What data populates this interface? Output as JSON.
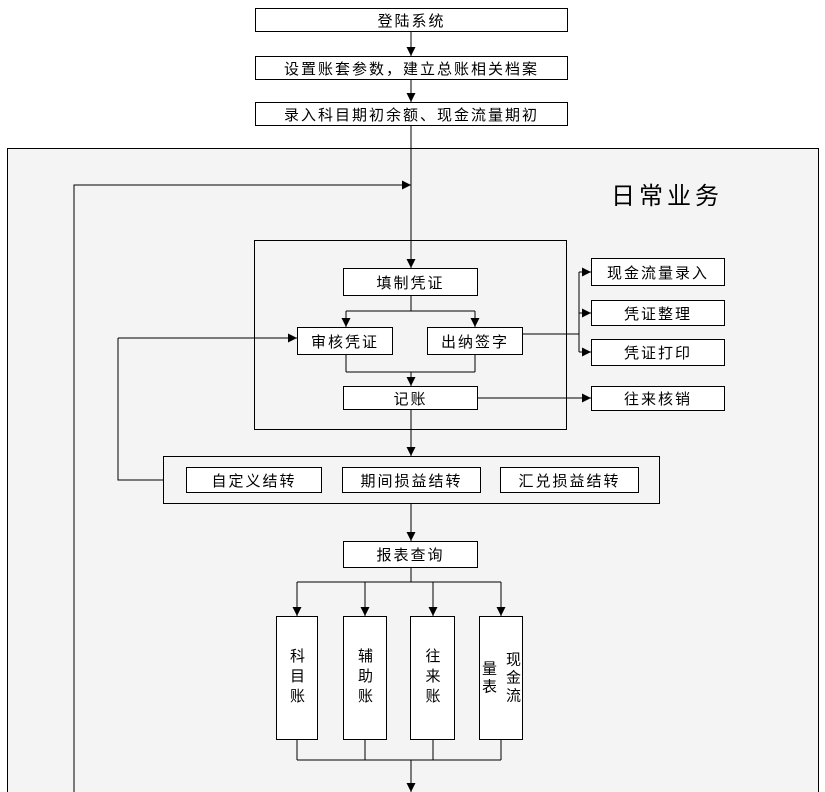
{
  "section_title": "日常业务",
  "steps": {
    "login": "登陆系统",
    "setup": "设置账套参数，建立总账相关档案",
    "opening": "录入科目期初余额、现金流量期初",
    "fill_voucher": "填制凭证",
    "audit_voucher": "审核凭证",
    "cashier_sign": "出纳签字",
    "post": "记账",
    "cashflow_entry": "现金流量录入",
    "voucher_arrange": "凭证整理",
    "voucher_print": "凭证打印",
    "writeoff": "往来核销",
    "custom_transfer": "自定义结转",
    "period_pl_transfer": "期间损益结转",
    "fx_pl_transfer": "汇兑损益结转",
    "report_query": "报表查询",
    "subject_ledger": "科目账",
    "aux_ledger": "辅助账",
    "current_ledger": "往来账",
    "cashflow_table": "现金流量表"
  }
}
